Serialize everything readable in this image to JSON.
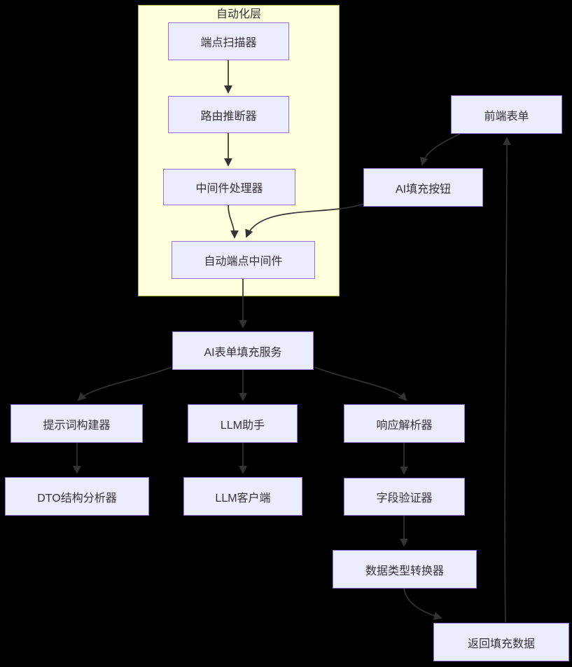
{
  "diagram": {
    "type": "flowchart",
    "direction": "top-down",
    "background": "#000000",
    "colors": {
      "node_fill": "#ECECFF",
      "node_border": "#9370DB",
      "node_text": "#333333",
      "edge": "#333333",
      "cluster_fill": "#ffffde",
      "cluster_border": "#aaaa33"
    },
    "cluster": {
      "label": "自动化层"
    },
    "nodes": {
      "endpoint_scanner": {
        "label": "端点扫描器"
      },
      "route_inferrer": {
        "label": "路由推断器"
      },
      "middleware_processor": {
        "label": "中间件处理器"
      },
      "auto_endpoint_middleware": {
        "label": "自动端点中间件"
      },
      "frontend_form": {
        "label": "前端表单"
      },
      "ai_fill_button": {
        "label": "AI填充按钮"
      },
      "ai_form_fill_service": {
        "label": "AI表单填充服务"
      },
      "prompt_builder": {
        "label": "提示词构建器"
      },
      "llm_assistant": {
        "label": "LLM助手"
      },
      "response_parser": {
        "label": "响应解析器"
      },
      "dto_structure_analyzer": {
        "label": "DTO结构分析器"
      },
      "llm_client": {
        "label": "LLM客户端"
      },
      "field_validator": {
        "label": "字段验证器"
      },
      "data_type_converter": {
        "label": "数据类型转换器"
      },
      "return_fill_data": {
        "label": "返回填充数据"
      }
    },
    "edges": [
      {
        "from": "端点扫描器",
        "to": "路由推断器"
      },
      {
        "from": "路由推断器",
        "to": "中间件处理器"
      },
      {
        "from": "中间件处理器",
        "to": "自动端点中间件"
      },
      {
        "from": "AI填充按钮",
        "to": "自动端点中间件"
      },
      {
        "from": "前端表单",
        "to": "AI填充按钮"
      },
      {
        "from": "自动端点中间件",
        "to": "AI表单填充服务"
      },
      {
        "from": "AI表单填充服务",
        "to": "提示词构建器"
      },
      {
        "from": "AI表单填充服务",
        "to": "LLM助手"
      },
      {
        "from": "AI表单填充服务",
        "to": "响应解析器"
      },
      {
        "from": "提示词构建器",
        "to": "DTO结构分析器"
      },
      {
        "from": "LLM助手",
        "to": "LLM客户端"
      },
      {
        "from": "响应解析器",
        "to": "字段验证器"
      },
      {
        "from": "字段验证器",
        "to": "数据类型转换器"
      },
      {
        "from": "数据类型转换器",
        "to": "返回填充数据"
      },
      {
        "from": "返回填充数据",
        "to": "前端表单"
      }
    ]
  }
}
